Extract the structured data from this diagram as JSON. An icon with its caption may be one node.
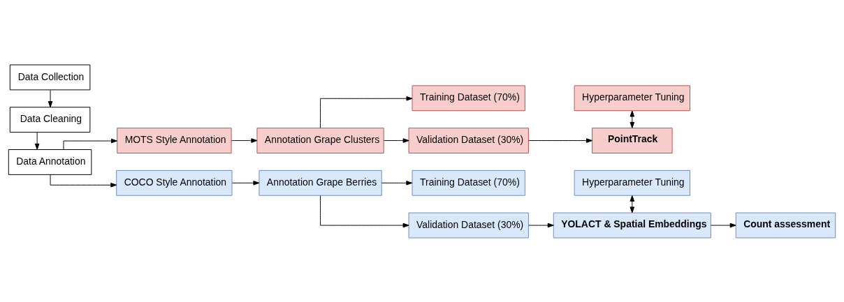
{
  "diagram": {
    "nodes": [
      {
        "text": [
          "Data Collection"
        ]
      },
      {
        "text": [
          "Data Cleaning"
        ]
      },
      {
        "text": [
          "Data Annotation"
        ]
      },
      {
        "text": [
          "MOTS Style Annotation"
        ]
      },
      {
        "text": [
          "Annotation Grape Clusters"
        ]
      },
      {
        "text": [
          "Training Dataset (70%)"
        ]
      },
      {
        "text": [
          "Validation Dataset (30%)"
        ]
      },
      {
        "text": [
          "Hyperparameter Tuning"
        ]
      },
      {
        "text": [
          "PointTrack"
        ]
      },
      {
        "text": [
          "COCO Style Annotation"
        ]
      },
      {
        "text": [
          "Annotation Grape Berries"
        ]
      },
      {
        "text": [
          "Training Dataset (70%)"
        ]
      },
      {
        "text": [
          "Validation Dataset (30%)"
        ]
      },
      {
        "text": [
          "Hyperparameter Tuning"
        ]
      },
      {
        "text": [
          "YOLACT & Spatial Embeddings"
        ]
      },
      {
        "text": [
          "Count assessment"
        ]
      }
    ],
    "edges": [
      {
        "from": 0,
        "to": 1,
        "arrow": "to"
      },
      {
        "from": 1,
        "to": 2,
        "arrow": "to"
      },
      {
        "from": 2,
        "to": 3,
        "arrow": "to"
      },
      {
        "from": 2,
        "to": 9,
        "arrow": "to"
      },
      {
        "from": 3,
        "to": 4,
        "arrow": "to"
      },
      {
        "from": 4,
        "to": 5,
        "arrow": "to"
      },
      {
        "from": 4,
        "to": 6,
        "arrow": "to"
      },
      {
        "from": 6,
        "to": 8,
        "arrow": "to"
      },
      {
        "from": 7,
        "to": 8,
        "arrow": "both"
      },
      {
        "from": 9,
        "to": 10,
        "arrow": "to"
      },
      {
        "from": 10,
        "to": 11,
        "arrow": "to"
      },
      {
        "from": 10,
        "to": 12,
        "arrow": "to"
      },
      {
        "from": 12,
        "to": 14,
        "arrow": "to"
      },
      {
        "from": 13,
        "to": 14,
        "arrow": "both"
      },
      {
        "from": 14,
        "to": 15,
        "arrow": "to"
      }
    ]
  }
}
